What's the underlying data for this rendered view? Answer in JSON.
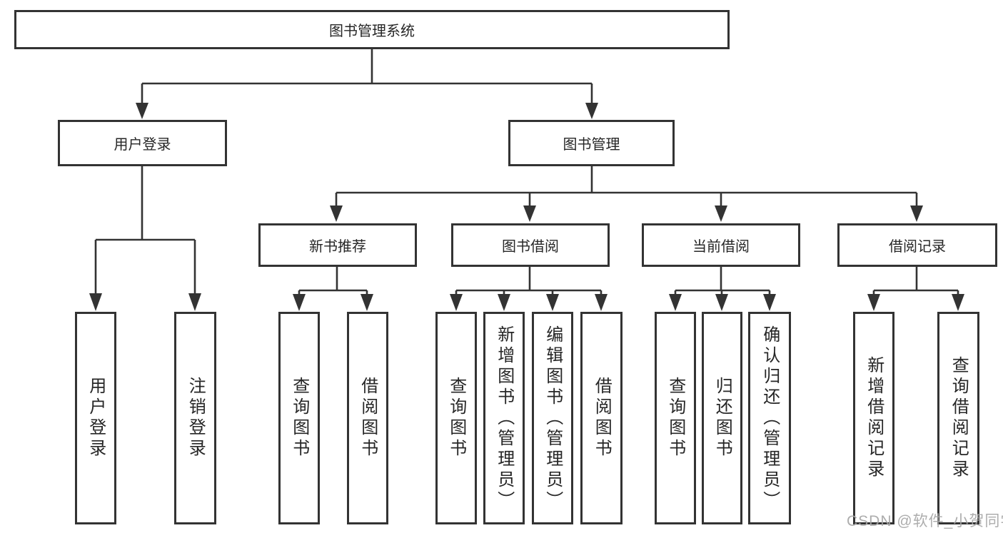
{
  "diagram_title": "图书管理系统",
  "tree": {
    "label": "图书管理系统",
    "children": [
      {
        "label": "用户登录",
        "children": [
          {
            "label": "用户登录"
          },
          {
            "label": "注销登录"
          }
        ]
      },
      {
        "label": "图书管理",
        "children": [
          {
            "label": "新书推荐",
            "children": [
              {
                "label": "查询图书"
              },
              {
                "label": "借阅图书"
              }
            ]
          },
          {
            "label": "图书借阅",
            "children": [
              {
                "label": "查询图书"
              },
              {
                "label": "新增图书（管理员）"
              },
              {
                "label": "编辑图书（管理员）"
              },
              {
                "label": "借阅图书"
              }
            ]
          },
          {
            "label": "当前借阅",
            "children": [
              {
                "label": "查询图书"
              },
              {
                "label": "归还图书"
              },
              {
                "label": "确认归还（管理员）"
              }
            ]
          },
          {
            "label": "借阅记录",
            "children": [
              {
                "label": "新增借阅记录"
              },
              {
                "label": "查询借阅记录"
              }
            ]
          }
        ]
      }
    ]
  },
  "watermark": "CSDN @软件_小贺同学",
  "colors": {
    "line": "#333333",
    "box_border": "#333333",
    "text": "#262626",
    "watermark": "#a6a6a6",
    "background": "#ffffff"
  }
}
